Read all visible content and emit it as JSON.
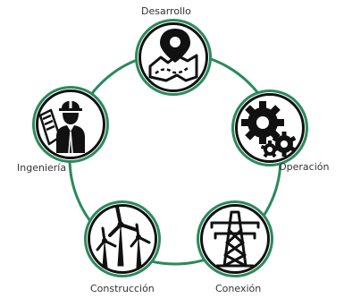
{
  "colors": {
    "ring": "#2a8a5c",
    "icon": "#111111",
    "label": "#333333"
  },
  "stages": [
    {
      "label": "Desarrollo",
      "icon": "map-pin-icon"
    },
    {
      "label": "Operación",
      "icon": "gears-icon"
    },
    {
      "label": "Conexión",
      "icon": "power-tower-icon"
    },
    {
      "label": "Construcción",
      "icon": "wind-turbines-icon"
    },
    {
      "label": "Ingeniería",
      "icon": "engineer-icon"
    }
  ]
}
